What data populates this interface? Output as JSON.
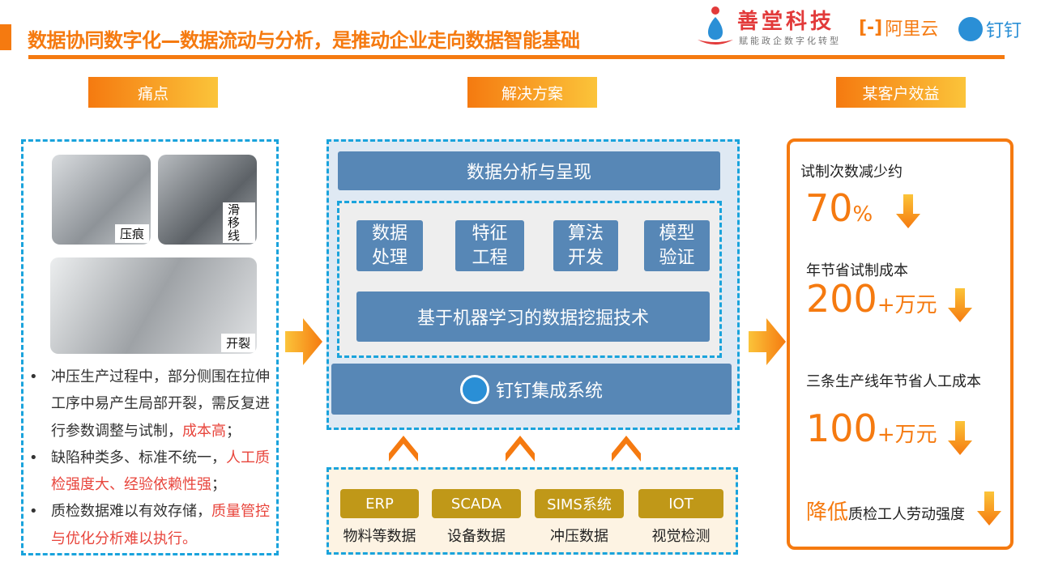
{
  "title": "数据协同数字化—数据流动与分析，是推动企业走向数据智能基础",
  "logos": {
    "shantang": "善堂科技",
    "shantang_slogan": "赋能政企数字化转型",
    "aliyun": "阿里云",
    "dingtalk": "钉钉"
  },
  "headers": {
    "pain": "痛点",
    "solution": "解决方案",
    "benefit": "某客户效益"
  },
  "photos": [
    {
      "tag": "压痕"
    },
    {
      "tag": "滑移线"
    },
    {
      "tag": "开裂"
    }
  ],
  "pain_points": [
    {
      "text": "冲压生产过程中，部分侧围在拉伸工序中易产生局部开裂，需反复进行参数调整与试制，",
      "highlight": "成本高",
      "end": "；"
    },
    {
      "text": "缺陷种类多、标准不统一，",
      "highlight": "人工质检强度大、经验依赖性强",
      "end": "；"
    },
    {
      "text": "质检数据难以有效存储，",
      "highlight": "质量管控与优化分析难以执行。",
      "end": ""
    }
  ],
  "solution": {
    "top": "数据分析与呈现",
    "modules": [
      "数据处理",
      "特征工程",
      "算法开发",
      "模型验证"
    ],
    "ml": "基于机器学习的数据挖掘技术",
    "dingtalk": "钉钉集成系统",
    "sources": [
      {
        "name": "ERP",
        "label": "物料等数据"
      },
      {
        "name": "SCADA",
        "label": "设备数据"
      },
      {
        "name": "SIMS系统",
        "label": "冲压数据"
      },
      {
        "name": "IOT",
        "label": "视觉检测"
      }
    ]
  },
  "benefits": {
    "b1_label": "试制次数减少约",
    "b1_value": "70",
    "b1_unit": "%",
    "b2_label": "年节省试制成本",
    "b2_value": "200",
    "b2_unit": "+万元",
    "b3_label": "三条生产线年节省人工成本",
    "b3_value": "100",
    "b3_unit": "+万元",
    "b4_highlight": "降低",
    "b4_label": "质检工人劳动强度"
  },
  "colors": {
    "accent": "#f57a10",
    "blue": "#5787b6",
    "dash": "#1aa3dc",
    "gold": "#c09818"
  }
}
